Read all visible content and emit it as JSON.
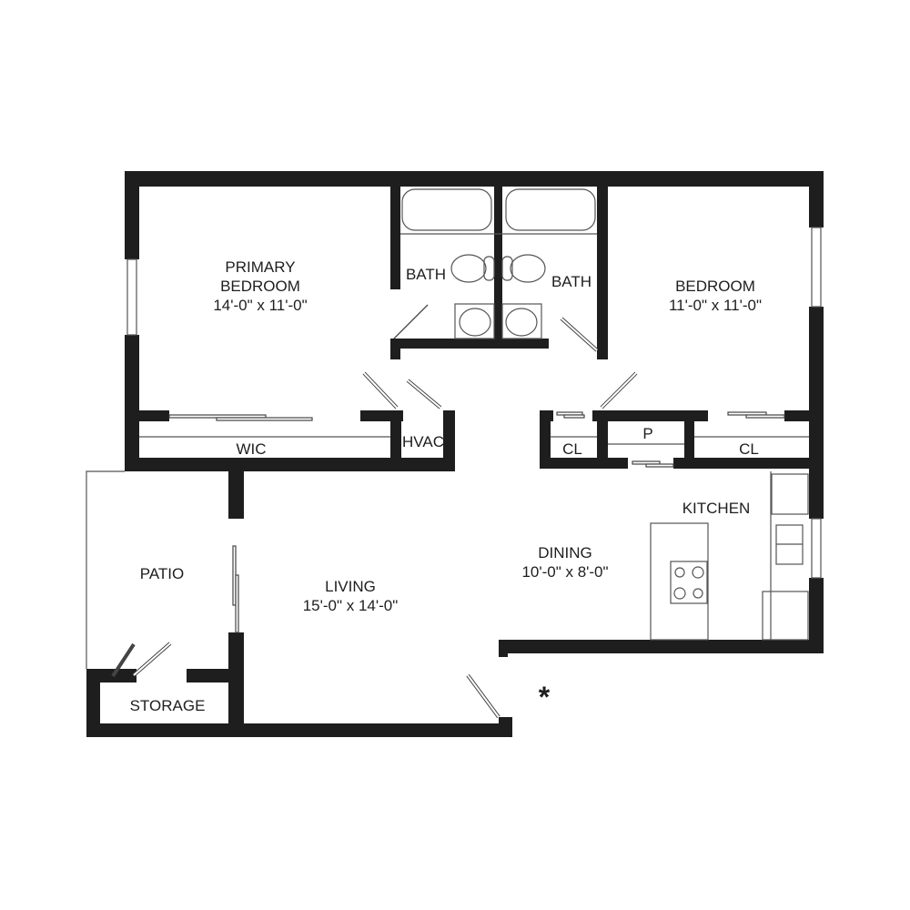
{
  "rooms": {
    "primary_bedroom": {
      "name": "PRIMARY BEDROOM",
      "line1": "PRIMARY",
      "line2": "BEDROOM",
      "size": "14'-0\" x 11'-0\""
    },
    "bath1": {
      "name": "BATH"
    },
    "bath2": {
      "name": "BATH"
    },
    "bedroom": {
      "name": "BEDROOM",
      "size": "11'-0\" x 11'-0\""
    },
    "wic": {
      "name": "WIC"
    },
    "hvac": {
      "name": "HVAC"
    },
    "closet1": {
      "name": "CL"
    },
    "pantry": {
      "name": "P"
    },
    "closet2": {
      "name": "CL"
    },
    "kitchen": {
      "name": "KITCHEN"
    },
    "dining": {
      "name": "DINING",
      "size": "10'-0\" x 8'-0\""
    },
    "living": {
      "name": "LIVING",
      "size": "15'-0\" x 14'-0\""
    },
    "patio": {
      "name": "PATIO"
    },
    "storage": {
      "name": "STORAGE"
    }
  },
  "entry_marker": "*",
  "colors": {
    "wall": "#1e1e1e",
    "background": "#ffffff"
  }
}
